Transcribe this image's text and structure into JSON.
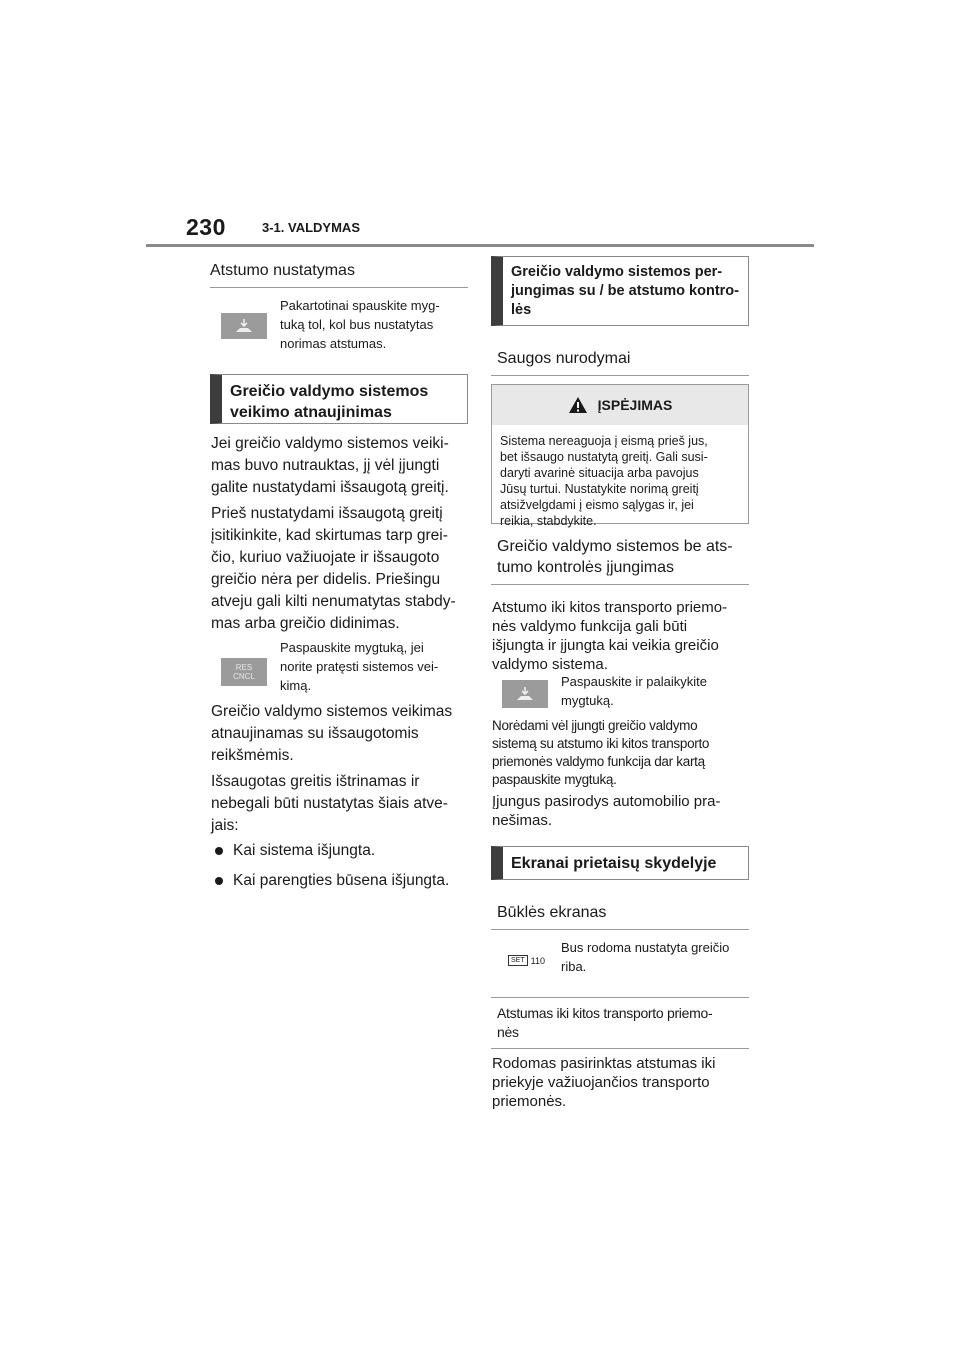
{
  "header": {
    "page_number": "230",
    "chapter": "3-1. VALDYMAS"
  },
  "left": {
    "distance_setting": {
      "title": "Atstumo nustatymas",
      "icon": "distance-button-icon",
      "text": [
        "Pakartotinai spauskite myg-",
        "tuką tol, kol bus nustatytas",
        "norimas atstumas."
      ]
    },
    "resume": {
      "title": [
        "Greičio valdymo sistemos",
        "veikimo atnaujinimas"
      ],
      "paragraph1": [
        "Jei greičio valdymo sistemos veiki-",
        "mas buvo nutrauktas, jį vėl įjungti",
        "galite nustatydami išsaugotą greitį."
      ],
      "paragraph2": [
        "Prieš nustatydami išsaugotą greitį",
        "įsitikinkite, kad skirtumas tarp grei-",
        "čio, kuriuo važiuojate ir išsaugoto",
        "greičio nėra per didelis. Priešingu",
        "atveju gali kilti nenumatytas stabdy-",
        "mas arba greičio didinimas."
      ],
      "icon_label": [
        "RES",
        "CNCL"
      ],
      "icon_text": [
        "Paspauskite mygtuką, jei",
        "norite pratęsti sistemos vei-",
        "kimą."
      ],
      "paragraph3": [
        "Greičio valdymo sistemos veikimas",
        "atnaujinamas su išsaugotomis",
        "reikšmėmis."
      ],
      "paragraph4": [
        "Išsaugotas greitis ištrinamas ir",
        "nebegali būti nustatytas šiais atve-",
        "jais:"
      ],
      "bullets": [
        "Kai sistema išjungta.",
        "Kai parengties būsena išjungta."
      ]
    }
  },
  "right": {
    "switch_head": [
      "Greičio valdymo sistemos per-",
      "jungimas su / be atstumo kontro-",
      "lės"
    ],
    "safety_title": "Saugos nurodymai",
    "warning": {
      "title": "ĮSPĖJIMAS",
      "icon": "warning-triangle-icon",
      "text": [
        "Sistema nereaguoja į eismą prieš jus,",
        "bet išsaugo nustatytą greitį. Gali susi-",
        "daryti avarinė situacija arba pavojus",
        "Jūsų turtui. Nustatykite norimą greitį",
        "atsižvelgdami į eismo sąlygas ir, jei",
        "reikia, stabdykite."
      ]
    },
    "no_distance_title": [
      "Greičio valdymo sistemos be ats-",
      "tumo kontrolės įjungimas"
    ],
    "no_distance_para": [
      "Atstumo iki kitos transporto priemo-",
      "nės valdymo funkcija gali būti",
      "išjungta ir įjungta kai veikia greičio",
      "valdymo sistema."
    ],
    "hold_text": [
      "Paspauskite ir palaikykite",
      "mygtuką."
    ],
    "reenable_para": [
      "Norėdami vėl įjungti greičio valdymo",
      "sistemą su atstumo iki kitos transporto",
      "priemonės valdymo funkcija dar kartą",
      "paspauskite mygtuką."
    ],
    "display_para": [
      "Įjungus pasirodys automobilio pra-",
      "nešimas."
    ],
    "displays_head": "Ekranai prietaisų skydelyje",
    "status_title": "Būklės ekranas",
    "set_icon": {
      "label": "SET",
      "value": "110"
    },
    "set_text": [
      "Bus rodoma nustatyta greičio",
      "riba."
    ],
    "distance_title": [
      "Atstumas iki kitos transporto priemo-",
      "nės"
    ],
    "distance_para": [
      "Rodomas pasirinktas atstumas iki",
      "priekyje važiuojančios transporto",
      "priemonės."
    ]
  }
}
